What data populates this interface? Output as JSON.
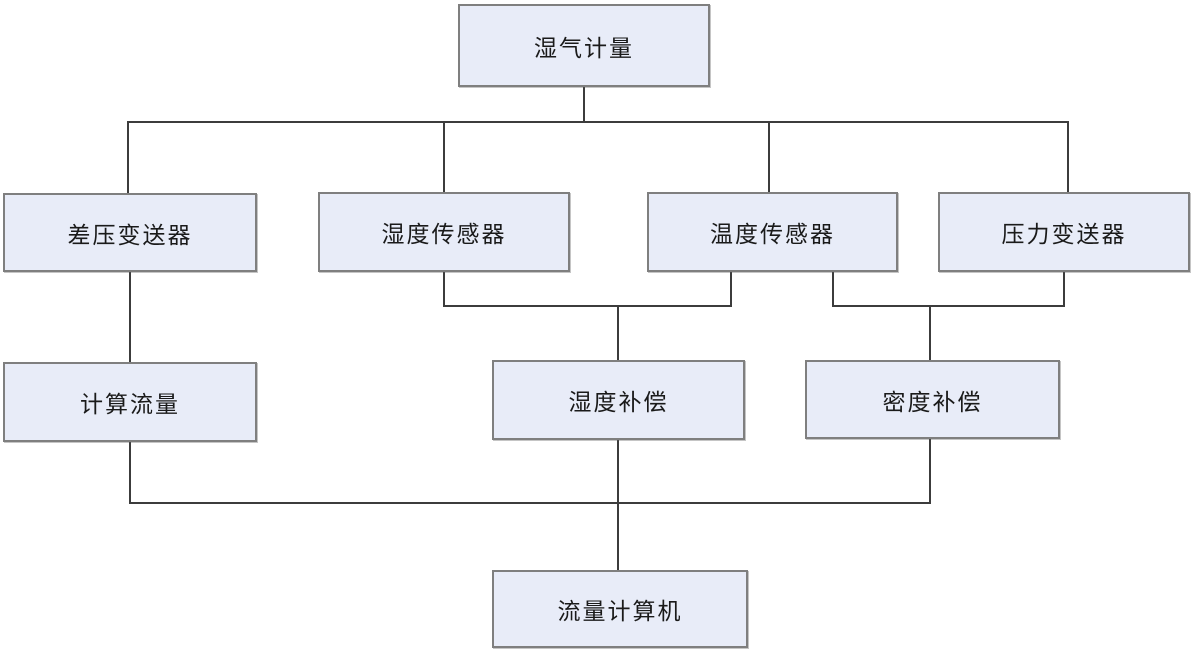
{
  "diagram": {
    "type": "flowchart",
    "colors": {
      "node_fill": "#e8ecf8",
      "node_border": "#7f7f7f",
      "line": "#3c3c3c",
      "text": "#1a1a1a",
      "background": "#ffffff"
    },
    "nodes": [
      {
        "id": "wet-gas-metering",
        "label": "湿气计量"
      },
      {
        "id": "dp-transmitter",
        "label": "差压变送器"
      },
      {
        "id": "humidity-sensor",
        "label": "湿度传感器"
      },
      {
        "id": "temperature-sensor",
        "label": "温度传感器"
      },
      {
        "id": "pressure-transmitter",
        "label": "压力变送器"
      },
      {
        "id": "calculate-flow",
        "label": "计算流量"
      },
      {
        "id": "humidity-compensation",
        "label": "湿度补偿"
      },
      {
        "id": "density-compensation",
        "label": "密度补偿"
      },
      {
        "id": "flow-computer",
        "label": "流量计算机"
      }
    ],
    "edges": [
      {
        "from": "湿气计量",
        "to": "差压变送器"
      },
      {
        "from": "湿气计量",
        "to": "湿度传感器"
      },
      {
        "from": "湿气计量",
        "to": "温度传感器"
      },
      {
        "from": "湿气计量",
        "to": "压力变送器"
      },
      {
        "from": "差压变送器",
        "to": "计算流量"
      },
      {
        "from": "湿度传感器",
        "to": "湿度补偿"
      },
      {
        "from": "温度传感器",
        "to": "湿度补偿"
      },
      {
        "from": "温度传感器",
        "to": "密度补偿"
      },
      {
        "from": "压力变送器",
        "to": "密度补偿"
      },
      {
        "from": "计算流量",
        "to": "流量计算机"
      },
      {
        "from": "湿度补偿",
        "to": "流量计算机"
      },
      {
        "from": "密度补偿",
        "to": "流量计算机"
      }
    ]
  }
}
